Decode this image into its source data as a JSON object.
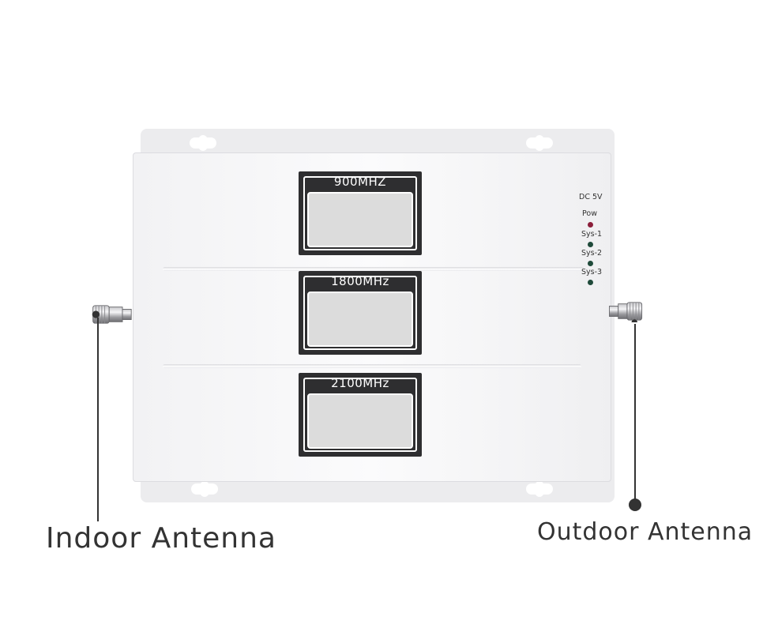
{
  "bands": [
    {
      "label": "900MHZ"
    },
    {
      "label": "1800MHz"
    },
    {
      "label": "2100MHz"
    }
  ],
  "panel": {
    "power_input": "DC 5V",
    "indicators": [
      {
        "label": "Pow",
        "color": "#8b1e3a"
      },
      {
        "label": "Sys-1",
        "color": "#1f4a3a"
      },
      {
        "label": "Sys-2",
        "color": "#1f4a3a"
      },
      {
        "label": "Sys-3",
        "color": "#1f4a3a"
      }
    ]
  },
  "callouts": {
    "indoor": "Indoor Antenna",
    "outdoor": "Outdoor Antenna"
  },
  "colors": {
    "body": "#f4f4f6",
    "lcd_frame": "#2e2e30",
    "lcd_screen": "#dcdcdc",
    "text": "#333333"
  }
}
